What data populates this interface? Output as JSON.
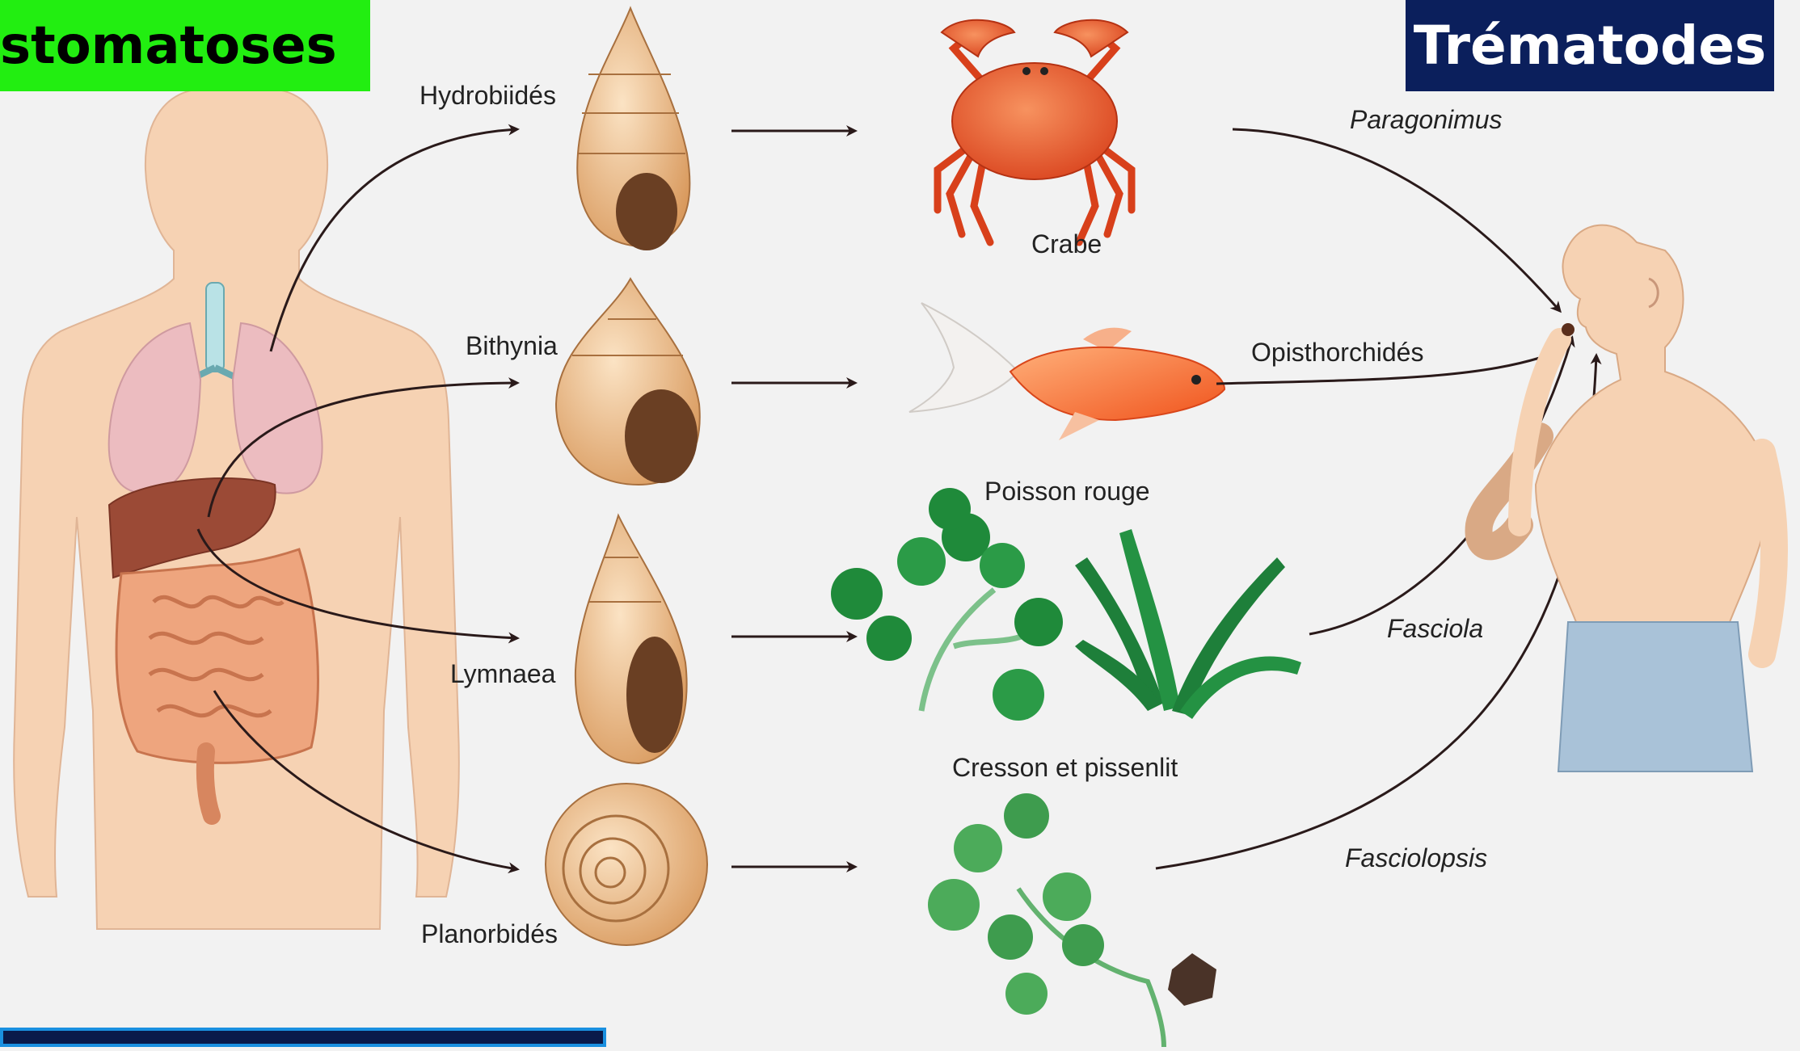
{
  "header": {
    "left_badge": "stomatoses",
    "right_badge": "Trématodes"
  },
  "colors": {
    "left_badge_bg": "#22ee11",
    "left_badge_text": "#000000",
    "right_badge_bg": "#0b1f5c",
    "right_badge_text": "#ffffff",
    "bottom_bar_bg": "#0a1a4a",
    "bottom_bar_border": "#1a90e0",
    "arrow": "#2a1a1a",
    "skin": "#f6d2b3",
    "snail": "#e7b98a",
    "crab": "#e8542a",
    "fish": "#f5702a",
    "leaf": "#1f8a3a",
    "pants": "#a9c2d8"
  },
  "snails": {
    "hydrobiides": "Hydrobiidés",
    "bithynia": "Bithynia",
    "lymnaea": "Lymnaea",
    "planorbides": "Planorbidés"
  },
  "hosts": {
    "crab": "Crabe",
    "fish": "Poisson rouge",
    "plants": "Cresson et pissenlit"
  },
  "parasites": {
    "paragonimus": "Paragonimus",
    "opisthorchides": "Opisthorchidés",
    "fasciola": "Fasciola",
    "fasciolopsis": "Fasciolopsis"
  }
}
